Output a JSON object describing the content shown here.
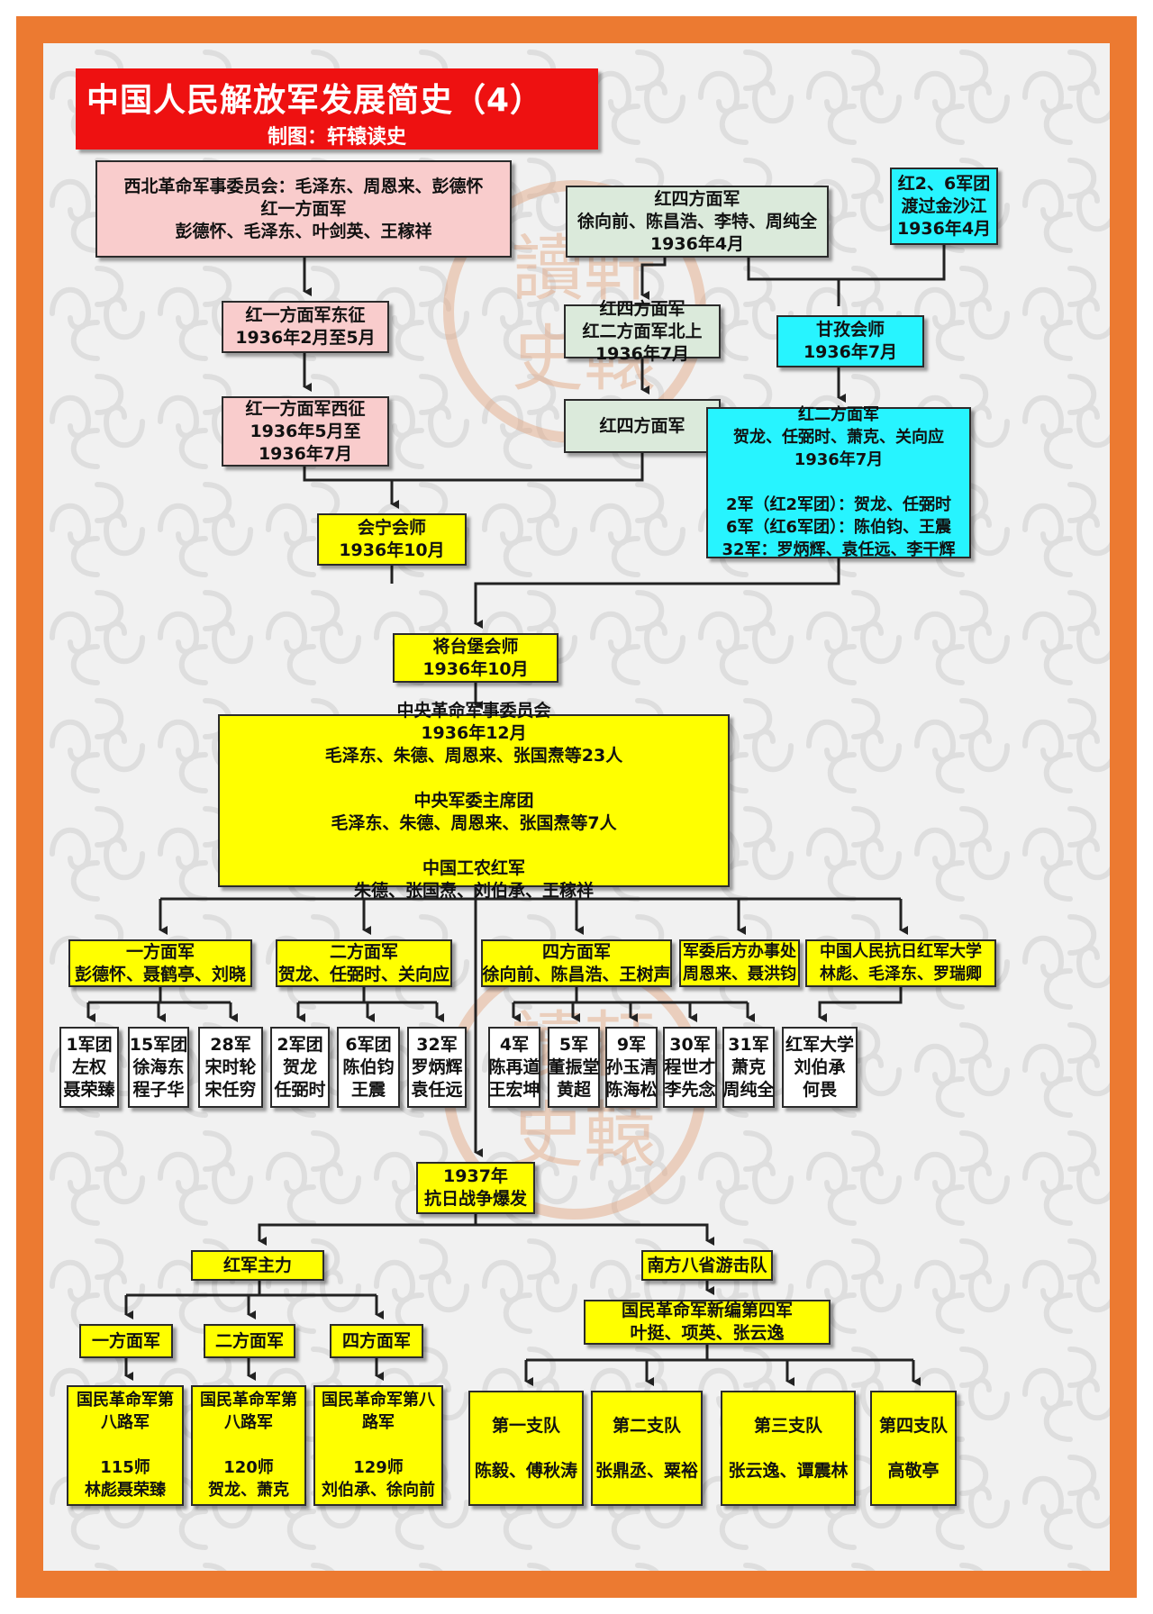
{
  "header": {
    "title": "中国人民解放军发展简史（4）",
    "subtitle": "制图：轩辕读史"
  },
  "watermark": {
    "chars": [
      "讀",
      "軒",
      "史",
      "轅"
    ],
    "color": "#e3a47e"
  },
  "colors": {
    "frame": "#ec7a31",
    "title_bg": "#ee1111",
    "pink": "#f9cccc",
    "green": "#dbeadb",
    "cyan": "#27f4ff",
    "yellow": "#ffff00"
  },
  "nodes": {
    "nw_committee": [
      "西北革命军事委员会：毛泽东、周恩来、彭德怀",
      "红一方面军",
      "彭德怀、毛泽东、叶剑英、王稼祥"
    ],
    "east_exp": [
      "红一方面军东征",
      "1936年2月至5月"
    ],
    "west_exp": [
      "红一方面军西征",
      "1936年5月至",
      "1936年7月"
    ],
    "hongsi_top": [
      "红四方面军",
      "徐向前、陈昌浩、李特、周纯全",
      "1936年4月"
    ],
    "jinsha": [
      "红2、6军团",
      "渡过金沙江",
      "1936年4月"
    ],
    "north_march": [
      "红四方面军",
      "红二方面军北上",
      "1936年7月"
    ],
    "ganzi": [
      "甘孜会师",
      "1936年7月"
    ],
    "hongsi_mid": [
      "红四方面军"
    ],
    "hong2": [
      "红二方面军",
      "贺龙、任弼时、萧克、关向应",
      "1936年7月",
      "",
      "2军（红2军团）：贺龙、任弼时",
      "6军（红6军团）：陈伯钧、王震",
      "32军：罗炳辉、袁任远、李干辉"
    ],
    "huining": [
      "会宁会师",
      "1936年10月"
    ],
    "jiangtai": [
      "将台堡会师",
      "1936年10月"
    ],
    "central": [
      "中央革命军事委员会",
      "1936年12月",
      "毛泽东、朱德、周恩来、张国焘等23人",
      "",
      "中央军委主席团",
      "毛泽东、朱德、周恩来、张国焘等7人",
      "",
      "中国工农红军",
      "朱德、张国焘、刘伯承、王稼祥"
    ],
    "army1": [
      "一方面军",
      "彭德怀、聂鹤亭、刘晓"
    ],
    "army2": [
      "二方面军",
      "贺龙、任弼时、关向应"
    ],
    "army4": [
      "四方面军",
      "徐向前、陈昌浩、王树声"
    ],
    "rear": [
      "军委后方办事处",
      "周恩来、聂洪钧"
    ],
    "university": [
      "中国人民抗日红军大学",
      "林彪、毛泽东、罗瑞卿"
    ],
    "u1": [
      "1军团",
      "左权",
      "聂荣臻"
    ],
    "u15": [
      "15军团",
      "徐海东",
      "程子华"
    ],
    "u28": [
      "28军",
      "宋时轮",
      "宋任穷"
    ],
    "u2": [
      "2军团",
      "贺龙",
      "任弼时"
    ],
    "u6": [
      "6军团",
      "陈伯钧",
      "王震"
    ],
    "u32": [
      "32军",
      "罗炳辉",
      "袁任远"
    ],
    "u4": [
      "4军",
      "陈再道",
      "王宏坤"
    ],
    "u5": [
      "5军",
      "董振堂",
      "黄超"
    ],
    "u9": [
      "9军",
      "孙玉清",
      "陈海松"
    ],
    "u30": [
      "30军",
      "程世才",
      "李先念"
    ],
    "u31": [
      "31军",
      "萧克",
      "周纯全"
    ],
    "uuni": [
      "红军大学",
      "刘伯承",
      "何畏"
    ],
    "war": [
      "1937年",
      "抗日战争爆发"
    ],
    "main_force": [
      "红军主力"
    ],
    "south_guerrilla": [
      "南方八省游击队"
    ],
    "f1": [
      "一方面军"
    ],
    "f2": [
      "二方面军"
    ],
    "f4": [
      "四方面军"
    ],
    "new4": [
      "国民革命军新编第四军",
      "叶挺、项英、张云逸"
    ],
    "r115": [
      "国民革命军第",
      "八路军",
      "",
      "115师",
      "林彪聂荣臻"
    ],
    "r120": [
      "国民革命军第",
      "八路军",
      "",
      "120师",
      "贺龙、萧克"
    ],
    "r129": [
      "国民革命军第八",
      "路军",
      "",
      "129师",
      "刘伯承、徐向前"
    ],
    "d1": [
      "第一支队",
      "",
      "陈毅、傅秋涛"
    ],
    "d2": [
      "第二支队",
      "",
      "张鼎丞、粟裕"
    ],
    "d3": [
      "第三支队",
      "",
      "张云逸、谭震林"
    ],
    "d4": [
      "第四支队",
      "",
      "高敬亭"
    ]
  }
}
